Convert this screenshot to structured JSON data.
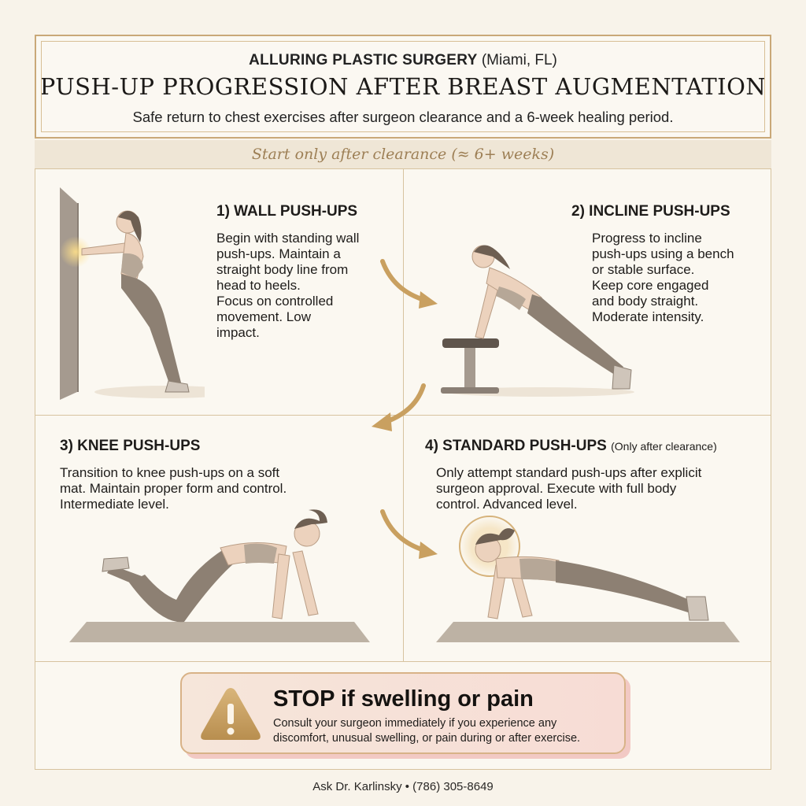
{
  "header": {
    "clinic_name": "ALLURING PLASTIC SURGERY",
    "location": "(Miami, FL)",
    "title": "PUSH-UP PROGRESSION AFTER BREAST AUGMENTATION",
    "subtitle": "Safe return to chest exercises after surgeon clearance and a 6-week healing period."
  },
  "ribbon": {
    "text": "Start only after clearance (≈ 6+ weeks)"
  },
  "steps": [
    {
      "title": "1) WALL PUSH-UPS",
      "lines": [
        "Begin with standing wall",
        "push-ups. Maintain a",
        "straight body line from",
        "head to heels.",
        "Focus on controlled",
        "movement. Low",
        "impact."
      ]
    },
    {
      "title": "2) INCLINE PUSH-UPS",
      "lines": [
        "Progress to incline",
        "push-ups using a bench",
        "or stable surface.",
        "Keep core engaged",
        "and body straight.",
        "Moderate intensity."
      ]
    },
    {
      "title": "3) KNEE PUSH-UPS",
      "lines": [
        "Transition to knee push-ups on a soft",
        "mat. Maintain proper form and control.",
        "Intermediate level."
      ]
    },
    {
      "title": "4) STANDARD PUSH-UPS",
      "title_note": "(Only after clearance)",
      "lines": [
        "Only attempt standard push-ups after explicit",
        "surgeon approval. Execute with full body",
        "control. Advanced level."
      ]
    }
  ],
  "alert": {
    "title": "STOP if swelling or pain",
    "lines": [
      "Consult your surgeon immediately if you experience any",
      "discomfort, unusual swelling, or pain during or after exercise."
    ],
    "icon": "warning-triangle-icon"
  },
  "footer": {
    "text": "Ask Dr. Karlinsky • (786) 305-8649"
  },
  "colors": {
    "accent_gold": "#c9a878",
    "figure_skin": "#ecd2bd",
    "figure_clothing": "#8d8073",
    "alert_bg": "#f7dcd5"
  }
}
